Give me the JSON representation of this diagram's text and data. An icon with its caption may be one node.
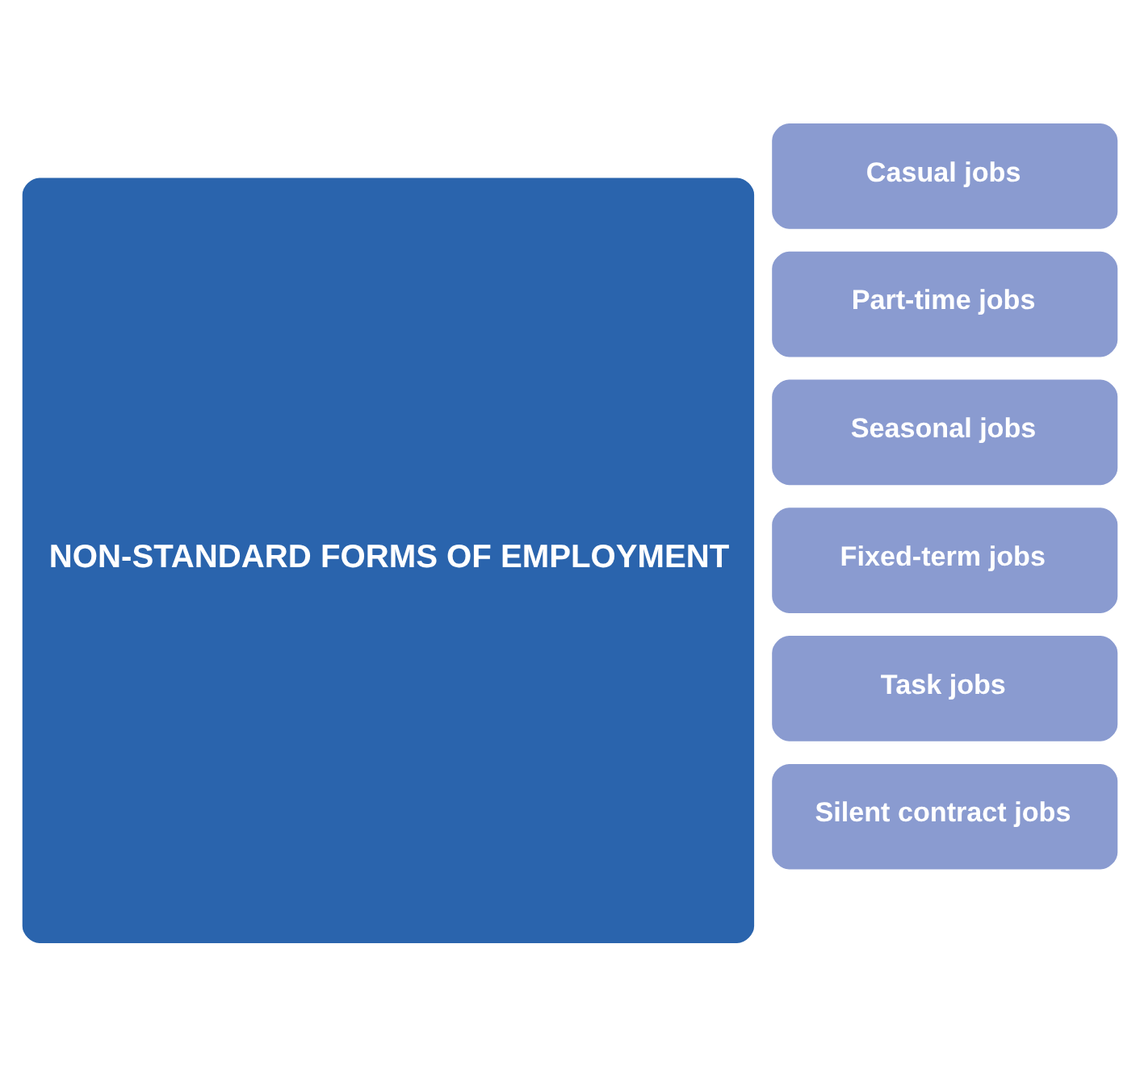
{
  "diagram": {
    "nodes": [
      {
        "text": [
          "NON-STANDARD FORMS OF EMPLOYMENT"
        ]
      },
      {
        "text": [
          "Casual jobs"
        ]
      },
      {
        "text": [
          "Part-time jobs"
        ]
      },
      {
        "text": [
          "Seasonal jobs"
        ]
      },
      {
        "text": [
          "Fixed-term jobs"
        ]
      },
      {
        "text": [
          "Task jobs"
        ]
      },
      {
        "text": [
          "Silent contract jobs"
        ]
      }
    ],
    "edges": []
  }
}
